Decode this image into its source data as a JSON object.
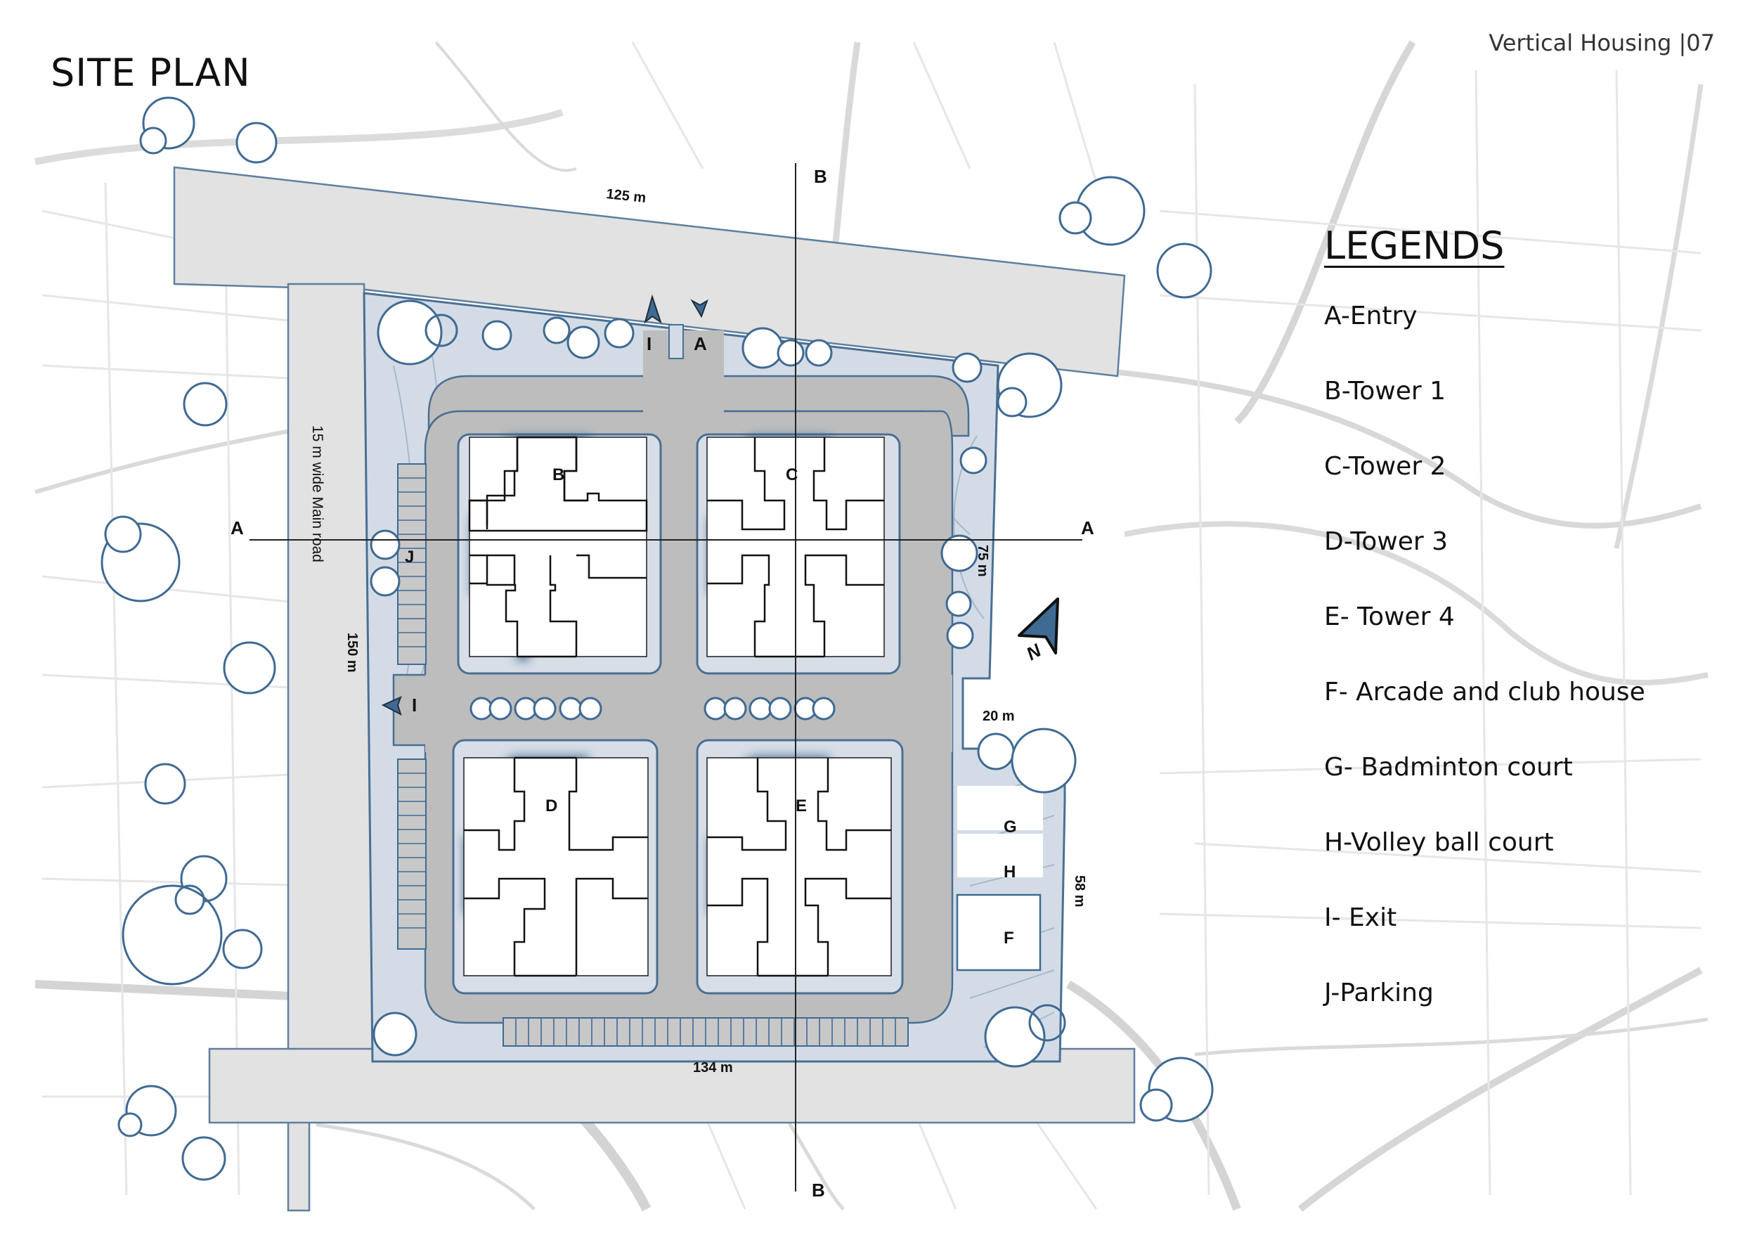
{
  "header": {
    "page_title": "SITE PLAN",
    "document_label": "Vertical Housing |07"
  },
  "legend": {
    "title": "LEGENDS",
    "items": [
      {
        "key": "A",
        "label": "A-Entry"
      },
      {
        "key": "B",
        "label": "B-Tower 1"
      },
      {
        "key": "C",
        "label": "C-Tower 2"
      },
      {
        "key": "D",
        "label": "D-Tower 3"
      },
      {
        "key": "E",
        "label": "E- Tower 4"
      },
      {
        "key": "F",
        "label": "F- Arcade and club house"
      },
      {
        "key": "G",
        "label": "G- Badminton court"
      },
      {
        "key": "H",
        "label": "H-Volley ball court"
      },
      {
        "key": "I",
        "label": "I- Exit"
      },
      {
        "key": "J",
        "label": "J-Parking"
      }
    ]
  },
  "plan": {
    "dimensions": {
      "top": "125 m",
      "bottom": "134 m",
      "west": "150 m",
      "east_upper": "75 m",
      "east_step": "20 m",
      "east_lower": "58 m"
    },
    "road_label": "15 m wide Main road",
    "section_markers": {
      "a_left": "A",
      "a_right": "A",
      "b_top": "B",
      "b_bottom": "B"
    },
    "labels": {
      "tower_1": "B",
      "tower_2": "C",
      "tower_3": "D",
      "tower_4": "E",
      "clubhouse": "F",
      "badminton": "G",
      "volleyball": "H",
      "entry": "A",
      "exit_north": "I",
      "exit_west": "I",
      "parking": "J"
    },
    "north_label": "N",
    "colors": {
      "road": "#e2e2e2",
      "driveway": "#bdbdbd",
      "landscape": "#d3dce6",
      "accent": "#3f6a93",
      "building": "#ffffff",
      "map_lines": "#dcdcdc"
    }
  }
}
